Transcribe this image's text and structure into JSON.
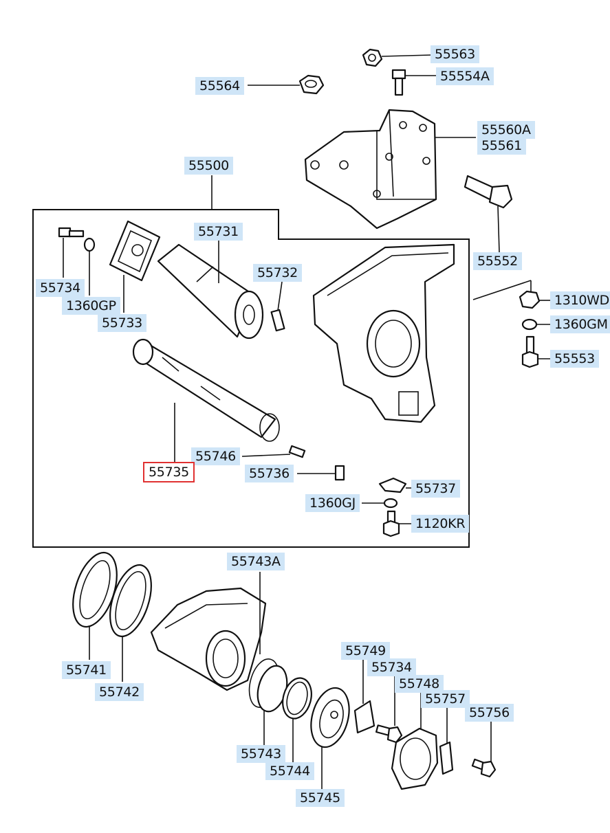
{
  "labels": {
    "p55563": "55563",
    "p55554A": "55554A",
    "p55564": "55564",
    "p55560A": "55560A",
    "p55561": "55561",
    "p55500": "55500",
    "p55552": "55552",
    "p55731": "55731",
    "p55732": "55732",
    "p55734a": "55734",
    "p1360GP": "1360GP",
    "p55733": "55733",
    "p1310WD": "1310WD",
    "p1360GM": "1360GM",
    "p55553": "55553",
    "p55746": "55746",
    "p55735": "55735",
    "p55736": "55736",
    "p55737": "55737",
    "p1360GJ": "1360GJ",
    "p1120KR": "1120KR",
    "p55743A": "55743A",
    "p55741": "55741",
    "p55742": "55742",
    "p55749": "55749",
    "p55734b": "55734",
    "p55748": "55748",
    "p55757": "55757",
    "p55756": "55756",
    "p55743": "55743",
    "p55744": "55744",
    "p55745": "55745"
  },
  "selected_part": "55735",
  "colors": {
    "label_bg": "#cfe5f7",
    "highlight": "#e03030",
    "line": "#111111"
  }
}
